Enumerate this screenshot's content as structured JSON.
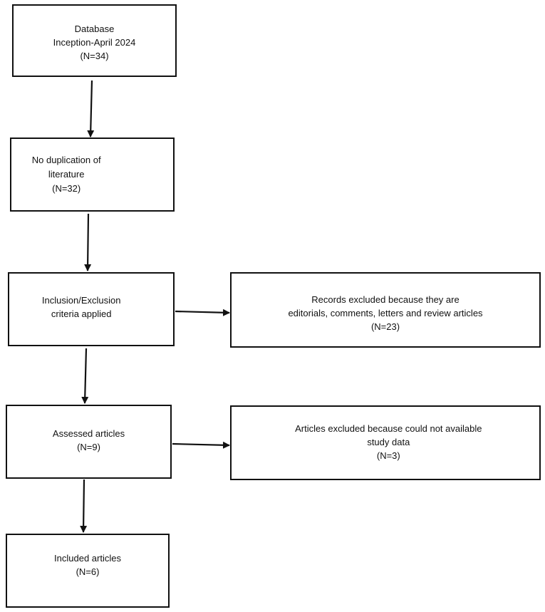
{
  "boxes": {
    "database": {
      "line1": "Database",
      "line2": "Inception-April 2024",
      "line3": "(N=34)"
    },
    "no_duplication": {
      "line1": "No duplication of",
      "line2": "literature",
      "line3": "(N=32)"
    },
    "inclusion": {
      "line1": "Inclusion/Exclusion",
      "line2": "criteria applied"
    },
    "records_excluded": {
      "line1": "Records excluded because they are",
      "line2": "editorials, comments, letters and review articles",
      "line3": "(N=23)"
    },
    "assessed": {
      "line1": "Assessed articles",
      "line2": "(N=9)"
    },
    "articles_excluded": {
      "line1": "Articles excluded because could not available",
      "line2": "study data",
      "line3": "(N=3)"
    },
    "included": {
      "line1": "Included articles",
      "line2": "(N=6)"
    }
  },
  "colors": {
    "stroke": "#111111",
    "background": "#ffffff",
    "text": "#111111"
  }
}
